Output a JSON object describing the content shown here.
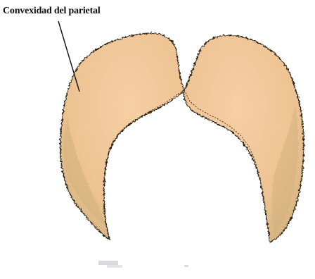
{
  "annotation": {
    "label": "Convexidad del parietal"
  },
  "colors": {
    "bone_fill": "#f0c79a",
    "bone_shadow": "#cfb07a",
    "bone_outline": "#2c2416",
    "leader_line": "#1a1a1a",
    "smudge": "#b9bcc6"
  },
  "illustration": {
    "subject": "left and right parietal bones",
    "style": "hand-colored drawing"
  }
}
